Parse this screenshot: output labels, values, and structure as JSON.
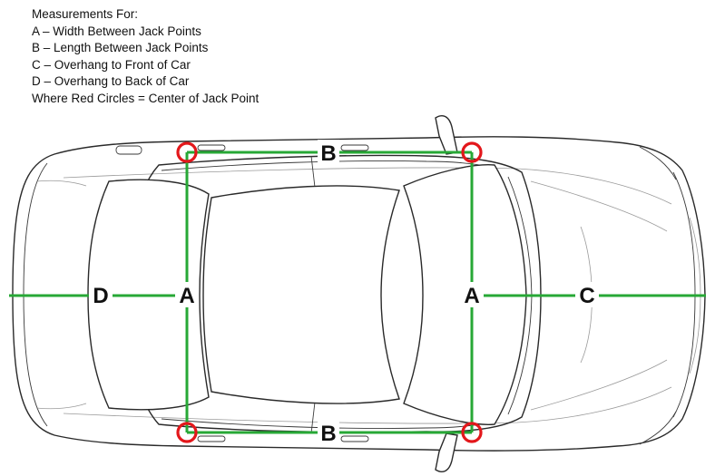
{
  "legend": {
    "heading": "Measurements For:",
    "items": [
      "A – Width Between Jack Points",
      "B – Length Between Jack Points",
      "C – Overhang to Front of Car",
      "D – Overhang to Back of Car",
      "Where Red Circles = Center of Jack Point"
    ]
  },
  "labels": {
    "a_left": "A",
    "a_right": "A",
    "b_top": "B",
    "b_bottom": "B",
    "c": "C",
    "d": "D"
  },
  "colors": {
    "measure_line": "#27a836",
    "jack_point": "#e3171b",
    "car_outline": "#2a2a2a"
  }
}
